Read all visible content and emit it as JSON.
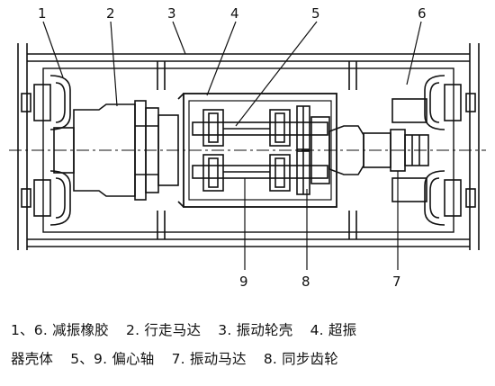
{
  "labels": {
    "n1": "1",
    "n2": "2",
    "n3": "3",
    "n4": "4",
    "n5": "5",
    "n6": "6",
    "n7": "7",
    "n8": "8",
    "n9": "9"
  },
  "caption": {
    "line1": [
      "1、6. 减振橡胶",
      "2. 行走马达",
      "3. 振动轮壳",
      "4. 超振"
    ],
    "line2": [
      "器壳体",
      "5、9. 偏心轴",
      "7. 振动马达",
      "8. 同步齿轮"
    ]
  }
}
